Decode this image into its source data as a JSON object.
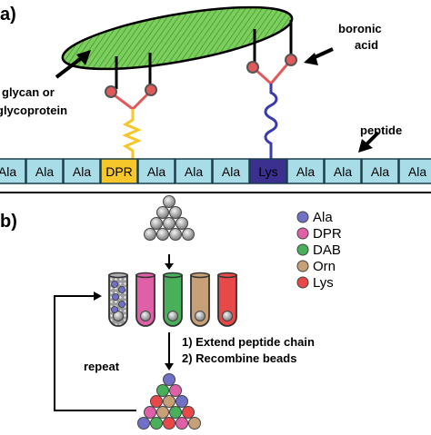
{
  "panel_a": {
    "label": "a)",
    "annotations": {
      "glycan_line1": "glycan or",
      "glycan_line2": "glycoprotein",
      "boronic_line1": "boronic",
      "boronic_line2": "acid",
      "peptide": "peptide"
    },
    "residues": [
      "Ala",
      "Ala",
      "Ala",
      "DPR",
      "Ala",
      "Ala",
      "Ala",
      "Lys",
      "Ala",
      "Ala",
      "Ala",
      "Ala"
    ],
    "colors": {
      "ala": "#a8dde8",
      "dpr": "#f6c72a",
      "lys": "#3b2f8f",
      "glycan_fill": "#7ccf5c",
      "boronic_node": "#e05a5a",
      "dpr_linker": "#f6c72a",
      "lys_linker": "#3b3bb0"
    }
  },
  "panel_b": {
    "label": "b)",
    "legend": [
      {
        "name": "Ala",
        "color": "#7070c8"
      },
      {
        "name": "DPR",
        "color": "#e060a8"
      },
      {
        "name": "DAB",
        "color": "#48b058"
      },
      {
        "name": "Orn",
        "color": "#c8a078"
      },
      {
        "name": "Lys",
        "color": "#e84848"
      }
    ],
    "steps": [
      "1) Extend peptide chain",
      "2) Recombine beads"
    ],
    "repeat_label": "repeat",
    "tube_colors": [
      "#7070c8",
      "#e060a8",
      "#48b058",
      "#c8a078",
      "#e84848"
    ]
  }
}
